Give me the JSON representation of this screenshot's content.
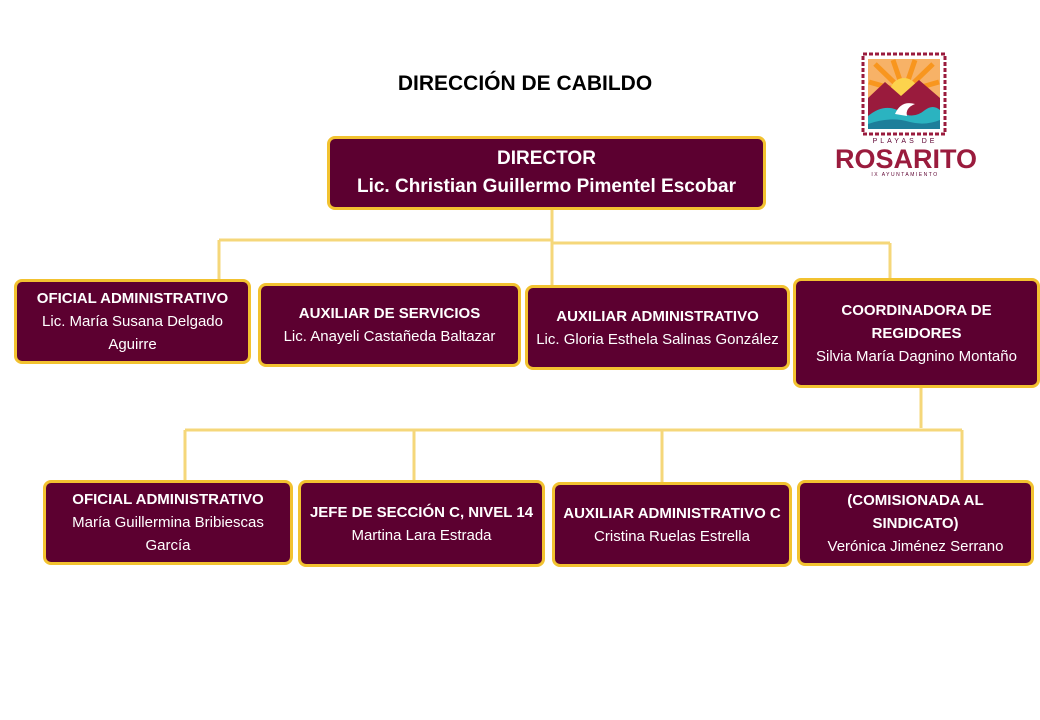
{
  "page": {
    "title": "DIRECCIÓN DE CABILDO"
  },
  "logo": {
    "top_text": "PLAYAS DE",
    "brand": "ROSARITO",
    "bottom_text": "IX AYUNTAMIENTO"
  },
  "colors": {
    "box_fill": "#5c0030",
    "box_border": "#f2c230",
    "connector": "#f5d77a",
    "brand": "#9a1b3d"
  },
  "director": {
    "role": "DIRECTOR",
    "name": "Lic. Christian Guillermo Pimentel Escobar"
  },
  "level1": [
    {
      "role": "OFICIAL ADMINISTRATIVO",
      "name": "Lic. María Susana Delgado Aguirre"
    },
    {
      "role": "AUXILIAR DE SERVICIOS",
      "name": "Lic. Anayeli Castañeda Baltazar"
    },
    {
      "role": "AUXILIAR ADMINISTRATIVO",
      "name": "Lic. Gloria Esthela Salinas González"
    },
    {
      "role": "COORDINADORA DE REGIDORES",
      "name": "Silvia María Dagnino Montaño"
    }
  ],
  "level2": [
    {
      "role": "OFICIAL ADMINISTRATIVO",
      "name": "María Guillermina Bribiescas García"
    },
    {
      "role": "JEFE DE SECCIÓN C, NIVEL 14",
      "name": "Martina Lara Estrada"
    },
    {
      "role": "AUXILIAR ADMINISTRATIVO C",
      "name": "Cristina Ruelas Estrella"
    },
    {
      "role": "(COMISIONADA AL SINDICATO)",
      "name": "Verónica Jiménez Serrano"
    }
  ]
}
